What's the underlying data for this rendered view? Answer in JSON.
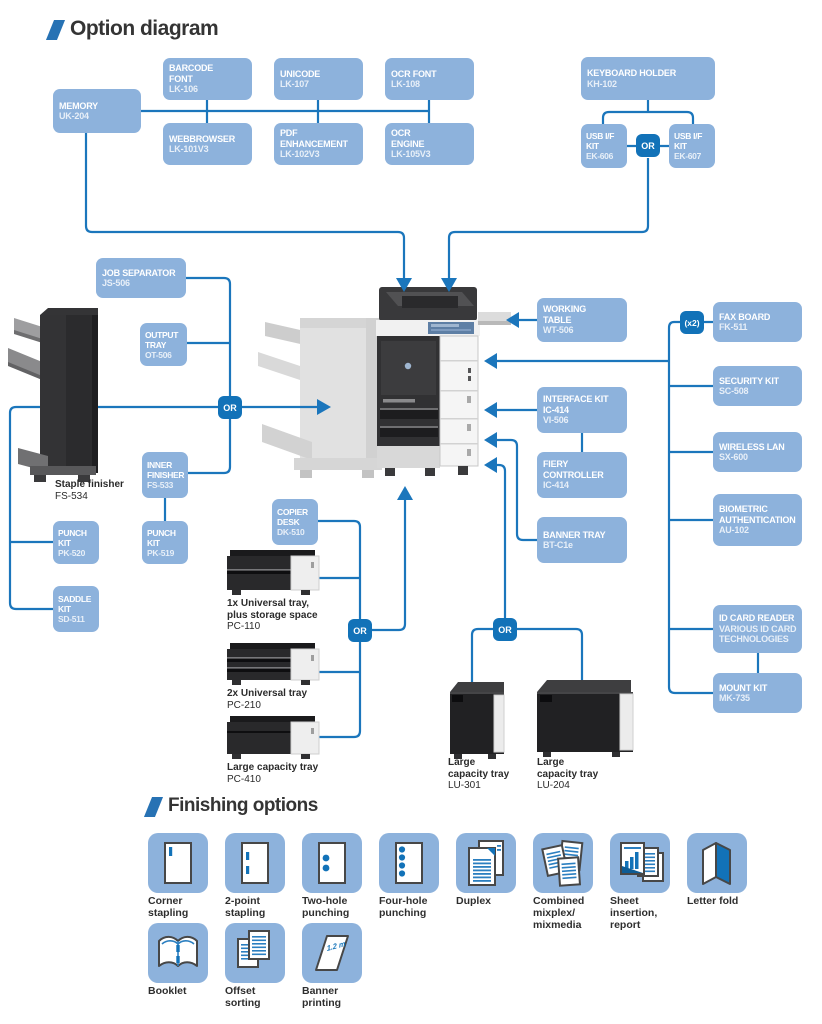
{
  "colors": {
    "box_blue": "#8DB2DC",
    "node_blue": "#1272B8",
    "line_blue": "#1B76BC",
    "title_dark": "#343434"
  },
  "sections": {
    "option_diagram": {
      "title": "Option diagram"
    },
    "finishing_options": {
      "title": "Finishing options"
    }
  },
  "diagram": {
    "or_label": "OR",
    "x2_label": "(x2)",
    "boxes": {
      "memory": {
        "name": "MEMORY",
        "code": "UK-204"
      },
      "barcode_font": {
        "name": "BARCODE\nFONT",
        "code": "LK-106"
      },
      "unicode": {
        "name": "UNICODE",
        "code": "LK-107"
      },
      "ocr_font": {
        "name": "OCR FONT",
        "code": "LK-108"
      },
      "webbrowser": {
        "name": "WEBBROWSER",
        "code": "LK-101V3"
      },
      "pdf_enhancement": {
        "name": "PDF\nENHANCEMENT",
        "code": "LK-102V3"
      },
      "ocr_engine": {
        "name": "OCR\nENGINE",
        "code": "LK-105V3"
      },
      "keyboard_holder": {
        "name": "KEYBOARD HOLDER",
        "code": "KH-102"
      },
      "usb_if_kit_ek606": {
        "name": "USB I/F\nKIT",
        "code": "EK-606"
      },
      "usb_if_kit_ek607": {
        "name": "USB I/F\nKIT",
        "code": "EK-607"
      },
      "job_separator": {
        "name": "JOB SEPARATOR",
        "code": "JS-506"
      },
      "output_tray": {
        "name": "OUTPUT\nTRAY",
        "code": "OT-506"
      },
      "inner_finisher": {
        "name": "INNER\nFINISHER",
        "code": "FS-533"
      },
      "punch_kit_pk519": {
        "name": "PUNCH\nKIT",
        "code": "PK-519"
      },
      "punch_kit_pk520": {
        "name": "PUNCH\nKIT",
        "code": "PK-520"
      },
      "saddle_kit": {
        "name": "SADDLE\nKIT",
        "code": "SD-511"
      },
      "copier_desk": {
        "name": "COPIER\nDESK",
        "code": "DK-510"
      },
      "working_table": {
        "name": "WORKING\nTABLE",
        "code": "WT-506"
      },
      "interface_kit": {
        "name": "INTERFACE KIT\nIC-414",
        "code": "VI-506"
      },
      "fiery_controller": {
        "name": "FIERY\nCONTROLLER",
        "code": "IC-414"
      },
      "banner_tray": {
        "name": "BANNER TRAY",
        "code": "BT-C1e"
      },
      "fax_board": {
        "name": "FAX BOARD",
        "code": "FK-511"
      },
      "security_kit": {
        "name": "SECURITY KIT",
        "code": "SC-508"
      },
      "wireless_lan": {
        "name": "WIRELESS LAN",
        "code": "SX-600"
      },
      "biometric_auth": {
        "name": "BIOMETRIC\nAUTHENTICATION",
        "code": "AU-102"
      },
      "id_card_reader": {
        "name": "ID CARD READER",
        "code": "VARIOUS ID CARD\nTECHNOLOGIES"
      },
      "mount_kit": {
        "name": "MOUNT KIT",
        "code": "MK-735"
      }
    },
    "devices": {
      "staple_finisher": {
        "name": "Staple finisher",
        "code": "FS-534"
      },
      "tray_pc110": {
        "name": "1x Universal tray,\nplus storage space",
        "code": "PC-110"
      },
      "tray_pc210": {
        "name": "2x Universal tray",
        "code": "PC-210"
      },
      "tray_pc410": {
        "name": "Large capacity tray",
        "code": "PC-410"
      },
      "tray_lu301": {
        "name": "Large\ncapacity tray",
        "code": "LU-301"
      },
      "tray_lu204": {
        "name": "Large\ncapacity tray",
        "code": "LU-204"
      }
    }
  },
  "finishing": {
    "banner_length_label": "1.2 m",
    "items": [
      {
        "label": "Corner\nstapling"
      },
      {
        "label": "2-point\nstapling"
      },
      {
        "label": "Two-hole\npunching"
      },
      {
        "label": "Four-hole\npunching"
      },
      {
        "label": "Duplex"
      },
      {
        "label": "Combined\nmixplex/\nmixmedia"
      },
      {
        "label": "Sheet\ninsertion,\nreport"
      },
      {
        "label": "Letter fold"
      },
      {
        "label": "Booklet"
      },
      {
        "label": "Offset\nsorting"
      },
      {
        "label": "Banner\nprinting"
      }
    ]
  }
}
